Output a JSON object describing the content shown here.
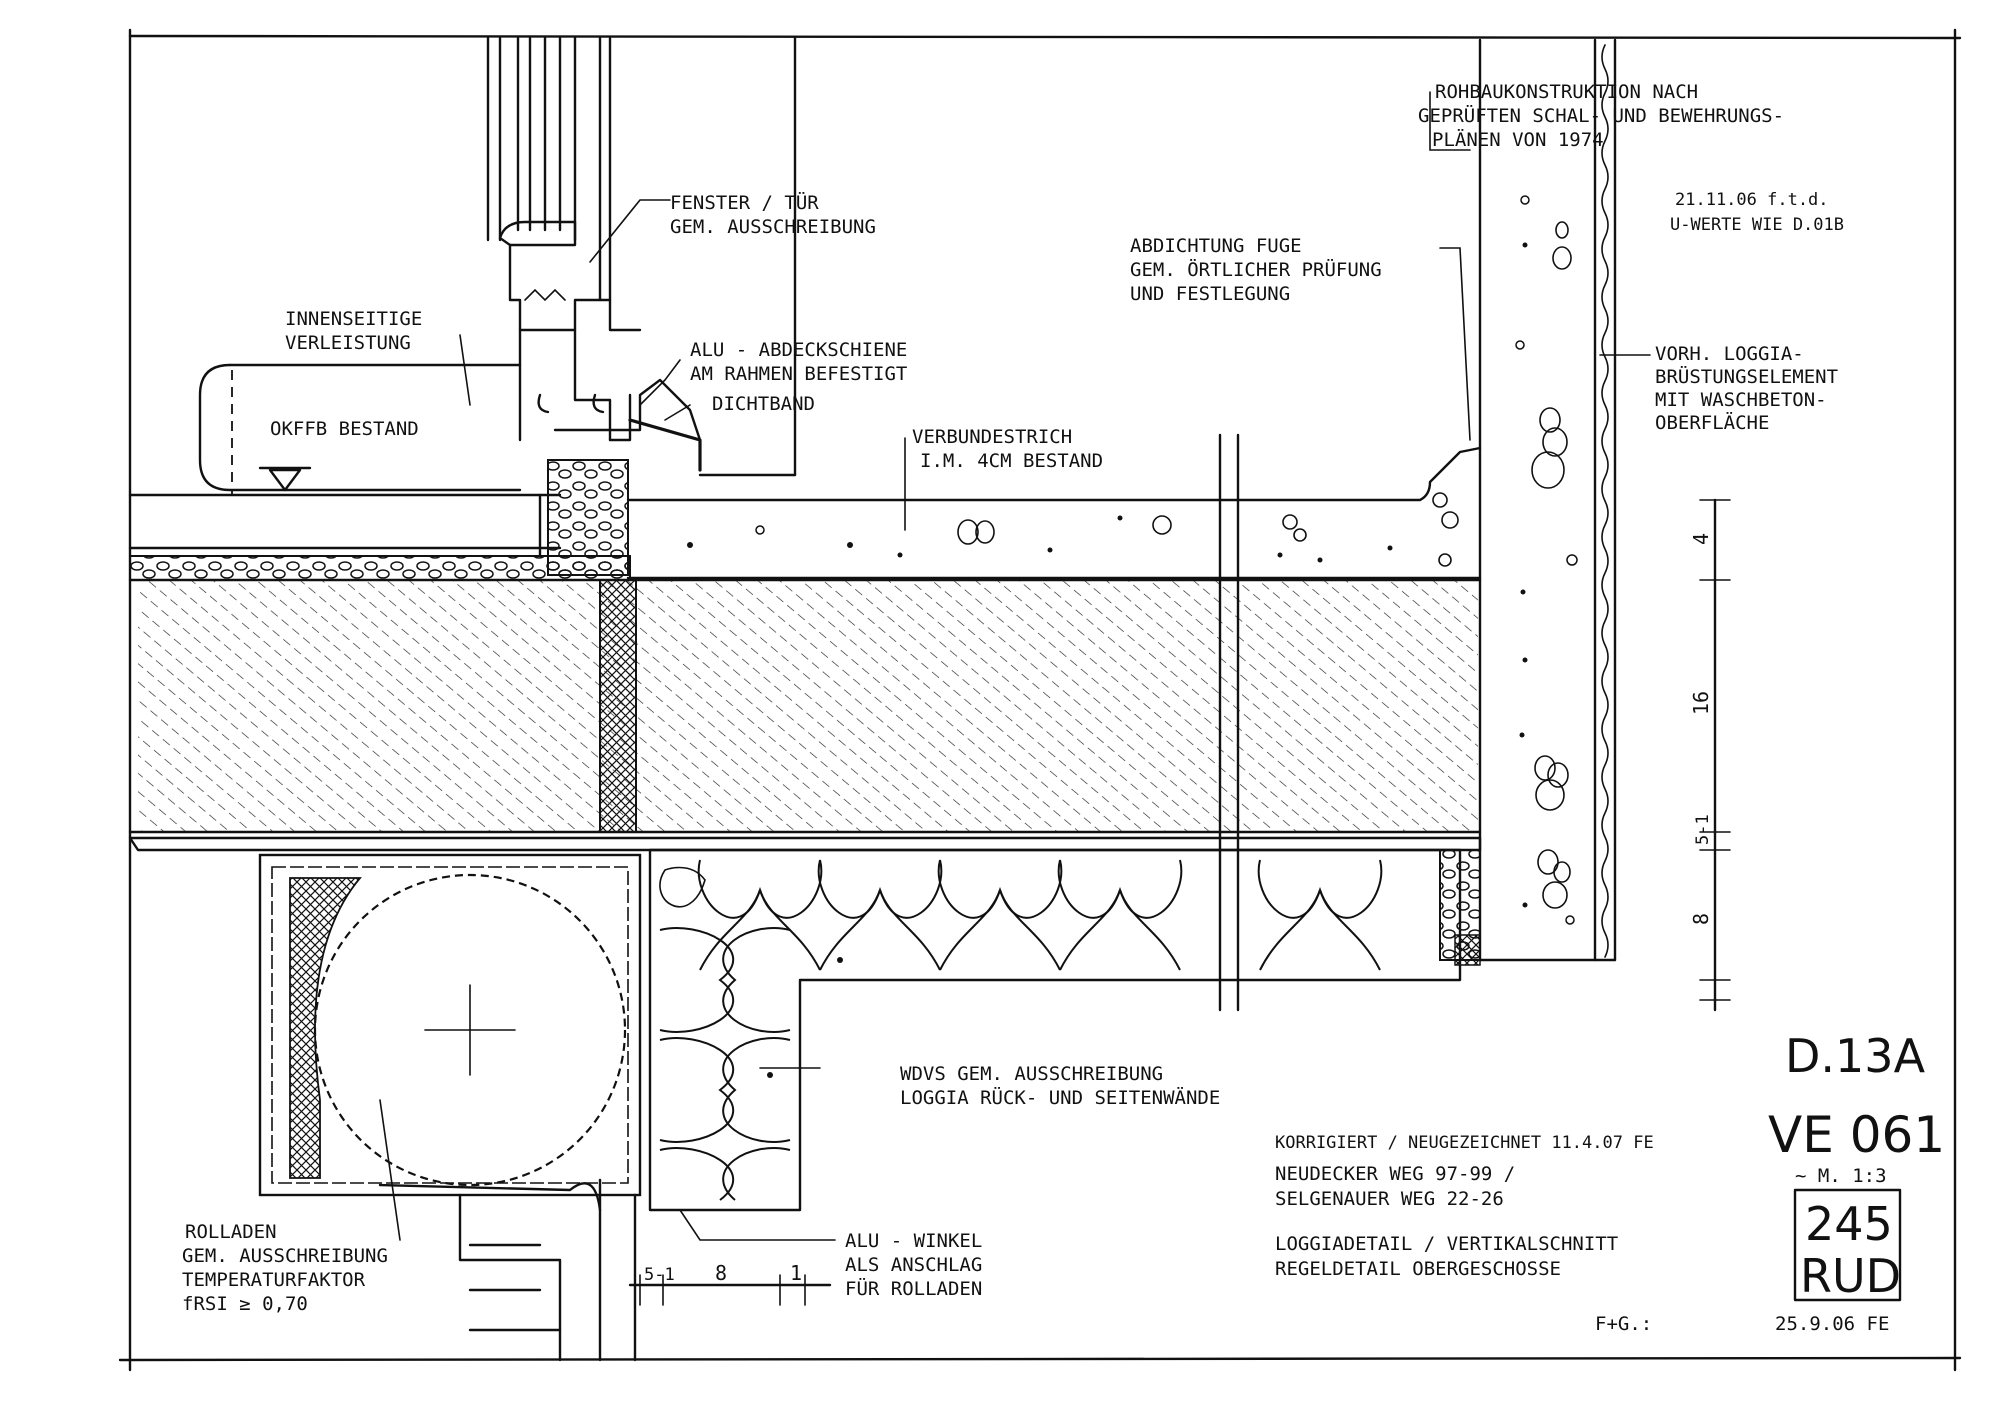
{
  "drawing": {
    "annotations": {
      "rohbau": [
        "ROHBAUKONSTRUKTION NACH",
        "GEPRÜFTEN SCHAL- UND BEWEHRUNGS-",
        "PLÄNEN VON 1974"
      ],
      "revision_date": [
        "21.11.06 f.t.d.",
        "U-WERTE WIE D.01B"
      ],
      "fenster": [
        "FENSTER / TÜR",
        "GEM. AUSSCHREIBUNG"
      ],
      "abdichtung": [
        "ABDICHTUNG FUGE",
        "GEM. ÖRTLICHER PRÜFUNG",
        "UND FESTLEGUNG"
      ],
      "innenseitige": [
        "INNENSEITIGE",
        "VERLEISTUNG"
      ],
      "alu_abdeckschiene": [
        "ALU - ABDECKSCHIENE",
        "AM RAHMEN BEFESTIGT"
      ],
      "dichtband": "DICHTBAND",
      "okffb": "OKFFB BESTAND",
      "verbundestrich": [
        "VERBUNDESTRICH",
        "I.M. 4CM BESTAND"
      ],
      "loggia_brustung": [
        "VORH. LOGGIA-",
        "BRÜSTUNGSELEMENT",
        "MIT WASCHBETON-",
        "OBERFLÄCHE"
      ],
      "wdvs": [
        "WDVS GEM. AUSSCHREIBUNG",
        "LOGGIA RÜCK- UND SEITENWÄNDE"
      ],
      "rolladen": [
        "ROLLADEN",
        "GEM. AUSSCHREIBUNG",
        "TEMPERATURFAKTOR",
        "fRSI ≥ 0,70"
      ],
      "alu_winkel": [
        "ALU - WINKEL",
        "ALS ANSCHLAG",
        "FÜR ROLLADEN"
      ]
    },
    "dimensions": {
      "vertical": [
        "4",
        "16",
        "5-1",
        "8"
      ],
      "horizontal": [
        "5-1",
        "8",
        "1"
      ]
    },
    "title_block": {
      "detail_no": "D.13A",
      "plan_no": "VE 061",
      "scale": "~ M. 1:3",
      "project_no": "245",
      "code": "RUD",
      "corrected": "KORRIGIERT / NEUGEZEICHNET 11.4.07 FE",
      "address_1": "NEUDECKER WEG 97-99 /",
      "address_2": "SELGENAUER WEG 22-26",
      "title_1": "LOGGIADETAIL / VERTIKALSCHNITT",
      "title_2": "REGELDETAIL OBERGESCHOSSE",
      "author": "F+G.:",
      "date": "25.9.06 FE"
    }
  }
}
